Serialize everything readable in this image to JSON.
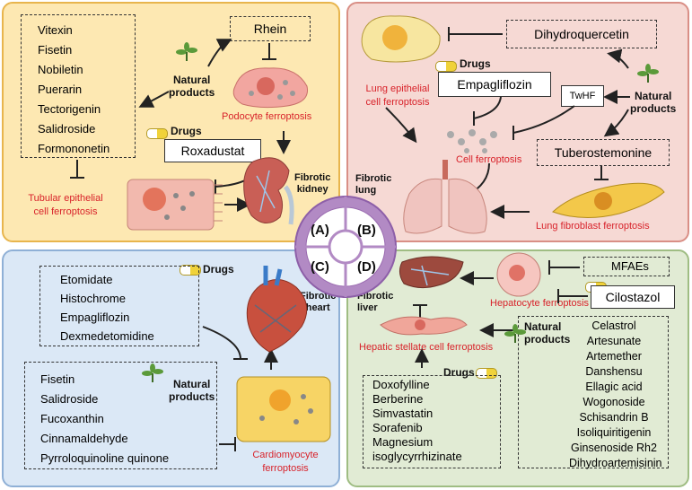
{
  "panel_a": {
    "natural_compounds": [
      "Vitexin",
      "Fisetin",
      "Nobiletin",
      "Puerarin",
      "Tectorigenin",
      "Salidroside",
      "Formononetin"
    ],
    "rhein": "Rhein",
    "natural_products": [
      "Natural",
      "products"
    ],
    "drugs": "Drugs",
    "roxadustat": "Roxadustat",
    "podocyte": "Podocyte ferroptosis",
    "tubular": [
      "Tubular epithelial",
      "cell ferroptosis"
    ],
    "organ": [
      "Fibrotic",
      "kidney"
    ]
  },
  "panel_b": {
    "dihydroquercetin": "Dihydroquercetin",
    "lung_epi": [
      "Lung epithelial",
      "cell ferroptosis"
    ],
    "drugs": "Drugs",
    "empagliflozin": "Empagliflozin",
    "twhf": "TwHF",
    "natural_products": [
      "Natural",
      "products"
    ],
    "cell_ferroptosis": "Cell ferroptosis",
    "tuberostemonine": "Tuberostemonine",
    "organ": [
      "Fibrotic",
      "lung"
    ],
    "fibroblast": "Lung fibroblast ferroptosis"
  },
  "panel_c": {
    "drugs": "Drugs",
    "drug_list": [
      "Etomidate",
      "Histochrome",
      "Empagliflozin",
      "Dexmedetomidine"
    ],
    "organ": [
      "Fibrotic",
      "heart"
    ],
    "natural_products": [
      "Natural",
      "products"
    ],
    "natural_list": [
      "Fisetin",
      "Salidroside",
      "Fucoxanthin",
      "Cinnamaldehyde",
      "Pyrroloquinoline quinone"
    ],
    "cardio": [
      "Cardiomyocyte",
      "ferroptosis"
    ]
  },
  "panel_d": {
    "mfaes": "MFAEs",
    "cilostazol": "Cilostazol",
    "hepatocyte": "Hepatocyte ferroptosis",
    "organ": [
      "Fibrotic",
      "liver"
    ],
    "hsc": "Hepatic stellate cell ferroptosis",
    "natural_products": [
      "Natural",
      "products"
    ],
    "natural_list": [
      "Celastrol",
      "Artesunate",
      "Artemether",
      "Danshensu",
      "Ellagic acid",
      "Wogonoside",
      "Schisandrin B",
      "Isoliquiritigenin",
      "Ginsenoside Rh2",
      "Dihydroartemisinin"
    ],
    "drugs": "Drugs",
    "drug_list": [
      "Doxofylline",
      "Berberine",
      "Simvastatin",
      "Sorafenib",
      "Magnesium",
      "isoglycyrrhizinate"
    ]
  },
  "center": {
    "labels": [
      "(A)",
      "(B)",
      "(C)",
      "(D)"
    ]
  }
}
